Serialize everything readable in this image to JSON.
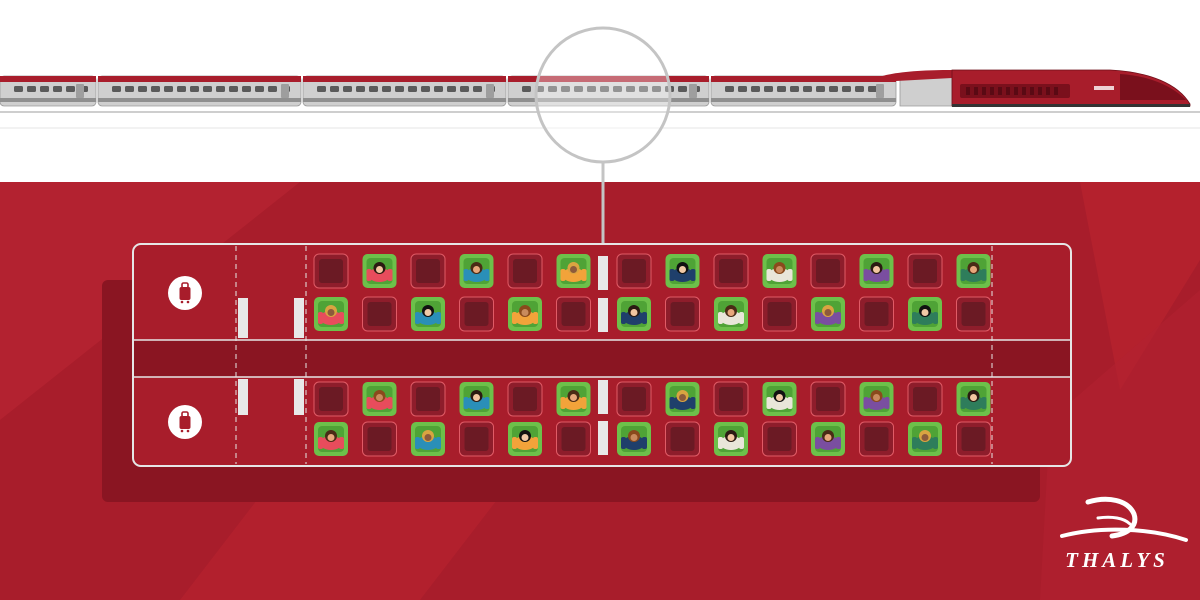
{
  "brand": {
    "name": "THALYS",
    "logo_icon": "thalys-swoosh-logo"
  },
  "colors": {
    "brand_red": "#a81d2b",
    "dark_red": "#8a1522",
    "seat_empty": "#6b1a24",
    "seat_occupied": "#6dc04a",
    "train_silver": "#cfcfcf",
    "window": "#5a5a5a"
  },
  "train": {
    "cars": 6,
    "highlighted_car": 3
  },
  "decks": [
    {
      "name": "upper",
      "luggage_icon": "luggage-icon",
      "rows": [
        {
          "seats": [
            0,
            1,
            0,
            1,
            0,
            1,
            0,
            1,
            0,
            1,
            0,
            1,
            0,
            1
          ]
        },
        {
          "seats": [
            1,
            0,
            1,
            0,
            1,
            0,
            1,
            0,
            1,
            0,
            1,
            0,
            1,
            0
          ]
        }
      ]
    },
    {
      "name": "lower",
      "luggage_icon": "luggage-icon",
      "rows": [
        {
          "seats": [
            0,
            1,
            0,
            1,
            0,
            1,
            0,
            1,
            0,
            1,
            0,
            1,
            0,
            1
          ]
        },
        {
          "seats": [
            1,
            0,
            1,
            0,
            1,
            0,
            1,
            0,
            1,
            0,
            1,
            0,
            1,
            0
          ]
        }
      ]
    }
  ]
}
